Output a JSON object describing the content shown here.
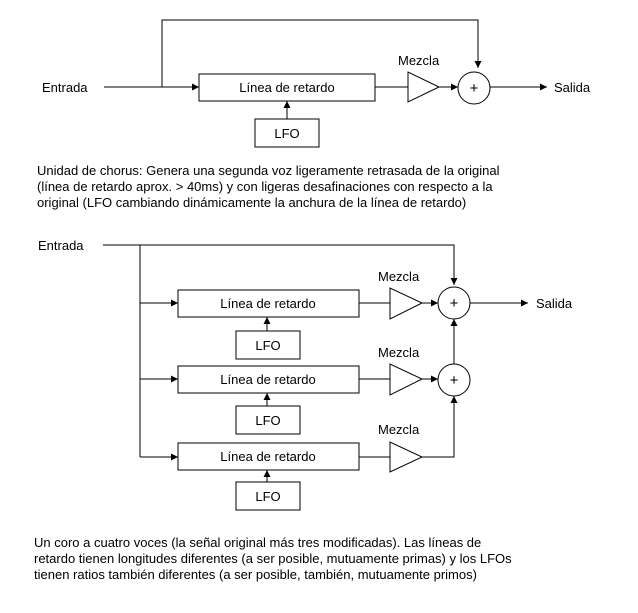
{
  "diagram_top": {
    "input_label": "Entrada",
    "output_label": "Salida",
    "delay_label": "Línea de retardo",
    "lfo_label": "LFO",
    "mix_label": "Mezcla",
    "sum_symbol": "+"
  },
  "caption_top": [
    "Unidad de chorus: Genera una segunda voz  ligeramente retrasada de la original",
    "(línea de retardo aprox. > 40ms) y con ligeras desafinaciones con respecto a la",
    "original (LFO cambiando dinámicamente la anchura de la línea de retardo)"
  ],
  "diagram_bottom": {
    "input_label": "Entrada",
    "output_label": "Salida",
    "delay_labels": [
      "Línea de retardo",
      "Línea de retardo",
      "Línea de retardo"
    ],
    "lfo_labels": [
      "LFO",
      "LFO",
      "LFO"
    ],
    "mix_labels": [
      "Mezcla",
      "Mezcla",
      "Mezcla"
    ],
    "sum_symbols": [
      "+",
      "+"
    ]
  },
  "caption_bottom": [
    "Un coro a cuatro voces (la señal original más tres modificadas). Las líneas de",
    "retardo tienen longitudes diferentes (a ser posible, mutuamente primas) y los LFOs",
    "tienen ratios también diferentes (a ser posible, también, mutuamente primos)"
  ]
}
